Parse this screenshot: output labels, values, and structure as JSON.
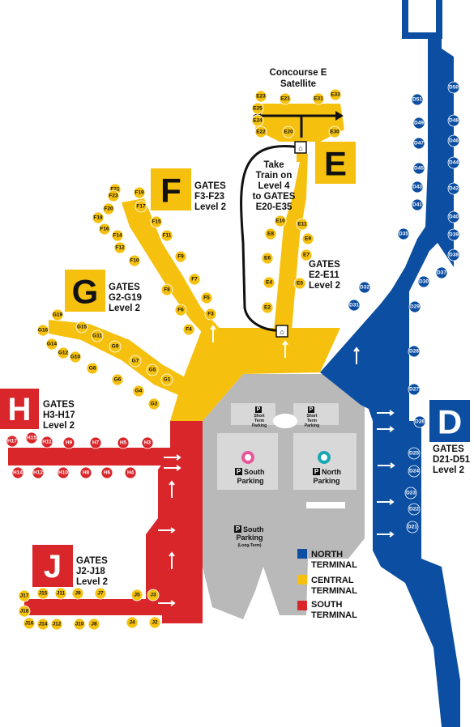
{
  "colors": {
    "north": "#0b4ea2",
    "central": "#f6c10e",
    "south": "#d9262b",
    "parking": "#b9b9b9",
    "parking_light": "#d8d8d8",
    "train_line": "#111111"
  },
  "concourse_e_satellite": {
    "line1": "Concourse E",
    "line2": "Satellite"
  },
  "train_note": [
    "Take",
    "Train on",
    "Level 4",
    "to GATES",
    "E20-E35"
  ],
  "concourses": {
    "E": {
      "letter": "E",
      "gates_label": "GATES",
      "range": "E2-E11",
      "level": "Level 2"
    },
    "F": {
      "letter": "F",
      "gates_label": "GATES",
      "range": "F3-F23",
      "level": "Level 2"
    },
    "G": {
      "letter": "G",
      "gates_label": "GATES",
      "range": "G2-G19",
      "level": "Level 2"
    },
    "H": {
      "letter": "H",
      "gates_label": "GATES",
      "range": "H3-H17",
      "level": "Level 2"
    },
    "J": {
      "letter": "J",
      "gates_label": "GATES",
      "range": "J2-J18",
      "level": "Level 2"
    },
    "D": {
      "letter": "D",
      "gates_label": "GATES",
      "range": "D21-D51",
      "level": "Level 2"
    }
  },
  "parking": {
    "short_term_left": {
      "line1": "Short",
      "line2": "Term",
      "line3": "Parking"
    },
    "short_term_right": {
      "line1": "Short",
      "line2": "Term",
      "line3": "Parking"
    },
    "south": {
      "line1": "South",
      "line2": "Parking"
    },
    "north": {
      "line1": "North",
      "line2": "Parking"
    },
    "south_long": {
      "line1": "South",
      "line2": "Parking",
      "line3": "(Long-Term)"
    },
    "p_icon": "P"
  },
  "legend": [
    {
      "line1": "NORTH",
      "line2": "TERMINAL",
      "color": "#0b4ea2"
    },
    {
      "line1": "CENTRAL",
      "line2": "TERMINAL",
      "color": "#f6c10e"
    },
    {
      "line1": "SOUTH",
      "line2": "TERMINAL",
      "color": "#d9262b"
    }
  ],
  "gates": {
    "E": [
      "E23",
      "E21",
      "E31",
      "E33",
      "E25",
      "E24",
      "E22",
      "E20",
      "E30",
      "E10",
      "E11",
      "E8",
      "E9",
      "E7",
      "E6",
      "E5",
      "E4",
      "E2"
    ],
    "F": [
      "F21",
      "F19",
      "F23",
      "F20",
      "F17",
      "F18",
      "F15",
      "F16",
      "F14",
      "F11",
      "F12",
      "F10",
      "F9",
      "F7",
      "F8",
      "F5",
      "F6",
      "F3",
      "F4"
    ],
    "G": [
      "G19",
      "G15",
      "G16",
      "G11",
      "G14",
      "G9",
      "G12",
      "G10",
      "G8",
      "G7",
      "G6",
      "G5",
      "G4",
      "G1",
      "G2"
    ],
    "H": [
      "H17",
      "H15",
      "H11",
      "H9",
      "H7",
      "H5",
      "H3",
      "H14",
      "H12",
      "H10",
      "H8",
      "H6",
      "H4"
    ],
    "J": [
      "J17",
      "J15",
      "J11",
      "J9",
      "J7",
      "J5",
      "J3",
      "J18",
      "J16",
      "J14",
      "J12",
      "J10",
      "J8",
      "J4",
      "J2"
    ],
    "D": [
      "D50",
      "D51",
      "D49",
      "D48",
      "D47",
      "D46",
      "D45",
      "D44",
      "D43",
      "D42",
      "D41",
      "D40",
      "D39",
      "D38",
      "D35",
      "D37",
      "D30",
      "D32",
      "D31",
      "D29",
      "D28",
      "D27",
      "D26",
      "D25",
      "D24",
      "D23",
      "D22",
      "D21"
    ]
  }
}
